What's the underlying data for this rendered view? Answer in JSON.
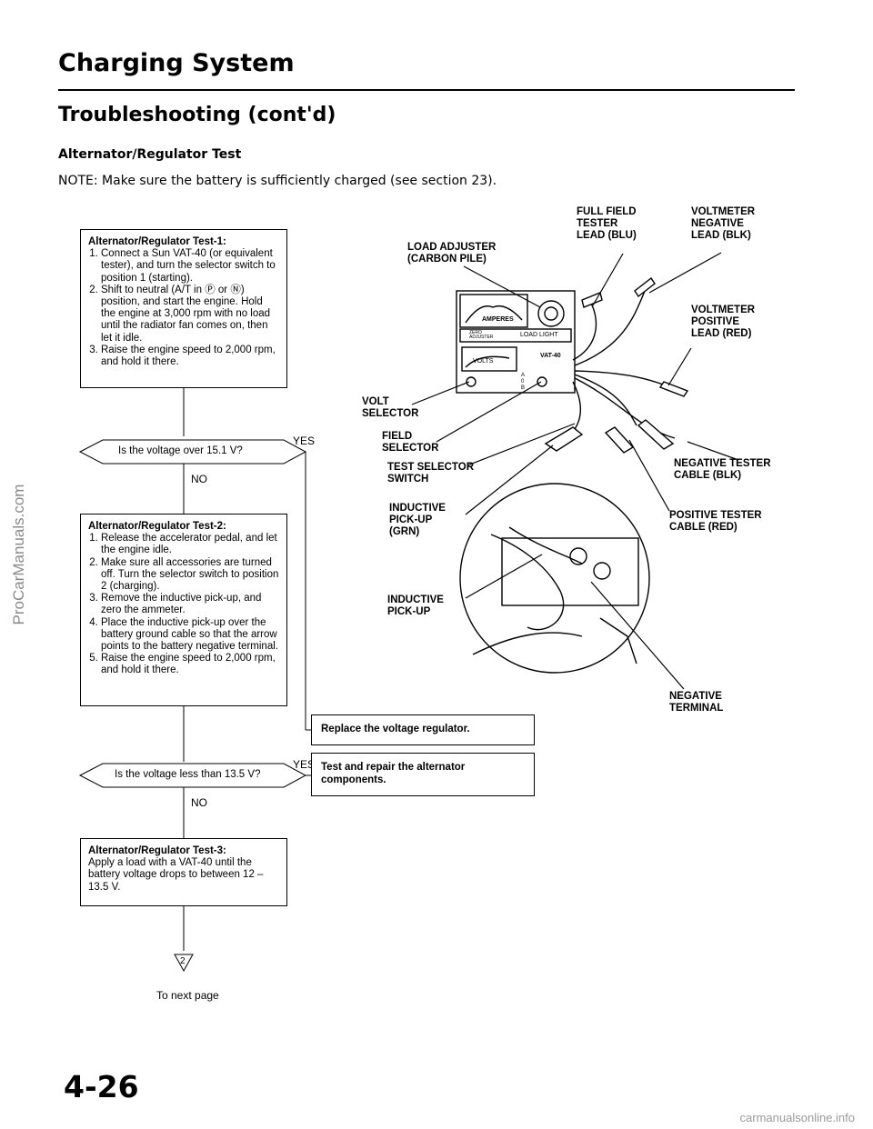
{
  "header": {
    "title": "Charging System",
    "subtitle": "Troubleshooting (cont'd)",
    "section": "Alternator/Regulator Test",
    "note": "NOTE: Make sure the battery is sufficiently charged (see section 23)."
  },
  "flow": {
    "test1": {
      "title": "Alternator/Regulator Test-1:",
      "steps": [
        "Connect a Sun VAT-40 (or equivalent tester), and turn the selector switch to position 1 (starting).",
        "Shift to neutral (A/T in Ⓟ or Ⓝ) position, and start the engine. Hold the engine at 3,000 rpm with no load until the radiator fan comes on, then let it idle.",
        "Raise the engine speed to 2,000 rpm, and hold it there."
      ]
    },
    "decision1": "Is the voltage over 15.1 V?",
    "decision1_yes": "YES",
    "decision1_no": "NO",
    "test2": {
      "title": "Alternator/Regulator Test-2:",
      "steps": [
        "Release the accelerator pedal, and let the engine idle.",
        "Make sure all accessories are turned off. Turn the selector switch to position 2 (charging).",
        "Remove the inductive pick-up, and zero the ammeter.",
        "Place the inductive pick-up over the battery ground cable so that the arrow points to the battery negative terminal.",
        "Raise the engine speed to 2,000 rpm, and hold it there."
      ]
    },
    "replace_regulator": "Replace the voltage regulator.",
    "decision2": "Is the voltage less than 13.5 V?",
    "decision2_yes": "YES",
    "decision2_no": "NO",
    "repair_alternator": "Test and repair the alternator components.",
    "test3": {
      "title": "Alternator/Regulator Test-3:",
      "text": "Apply a load with a VAT-40 until the battery voltage drops to between 12 – 13.5 V."
    },
    "connector_symbol": "2",
    "next_page": "To next page"
  },
  "illustration": {
    "labels": {
      "load_adjuster": "LOAD ADJUSTER\n(CARBON PILE)",
      "full_field": "FULL FIELD\nTESTER\nLEAD (BLU)",
      "volt_neg": "VOLTMETER\nNEGATIVE\nLEAD (BLK)",
      "volt_pos": "VOLTMETER\nPOSITIVE\nLEAD (RED)",
      "volt_selector": "VOLT\nSELECTOR",
      "field_selector": "FIELD\nSELECTOR",
      "test_selector": "TEST SELECTOR\nSWITCH",
      "neg_tester": "NEGATIVE TESTER\nCABLE (BLK)",
      "inductive_grn": "INDUCTIVE\nPICK-UP\n(GRN)",
      "pos_tester": "POSITIVE TESTER\nCABLE (RED)",
      "inductive": "INDUCTIVE\nPICK-UP",
      "neg_terminal": "NEGATIVE\nTERMINAL"
    },
    "tester_marks": {
      "amperes": "AMPERES",
      "zero": "ZERO\nADJUSTER",
      "load_light": "LOAD LIGHT",
      "volts": "VOLTS",
      "vat": "VAT-40",
      "positions": "A\n0\nB"
    }
  },
  "page_number": "4-26",
  "watermark_side": "ProCarManuals.com",
  "watermark_footer": "carmanualsonline.info"
}
